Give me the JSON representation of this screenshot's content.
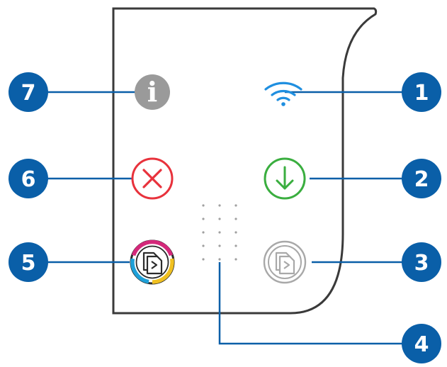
{
  "colors": {
    "callout_blue": "#0a5fa8",
    "panel_outline": "#3a3a3a",
    "info_gray": "#9a9a9a",
    "wifi_blue": "#1f8fe0",
    "cancel_red": "#e8323c",
    "resume_green": "#3aae3f",
    "copy_gray": "#a8a8a8",
    "dot_gray": "#a0a0a0",
    "ring_magenta": "#d4287a",
    "ring_yellow": "#f0c020",
    "ring_cyan": "#1ea0d8",
    "ring_dark": "#2b2b2b"
  },
  "callouts": [
    {
      "number": "1",
      "target": "wireless-icon"
    },
    {
      "number": "2",
      "target": "resume-button"
    },
    {
      "number": "3",
      "target": "black-copy-button"
    },
    {
      "number": "4",
      "target": "display-dots"
    },
    {
      "number": "5",
      "target": "color-copy-button"
    },
    {
      "number": "6",
      "target": "cancel-button"
    },
    {
      "number": "7",
      "target": "information-button"
    }
  ],
  "buttons": [
    {
      "name": "information-button",
      "icon": "info-icon",
      "glyph": "i"
    },
    {
      "name": "wireless-icon",
      "icon": "wifi-icon"
    },
    {
      "name": "cancel-button",
      "icon": "cancel-x-icon"
    },
    {
      "name": "resume-button",
      "icon": "resume-arrow-icon"
    },
    {
      "name": "color-copy-button",
      "icon": "color-copy-icon"
    },
    {
      "name": "black-copy-button",
      "icon": "black-copy-icon"
    }
  ]
}
